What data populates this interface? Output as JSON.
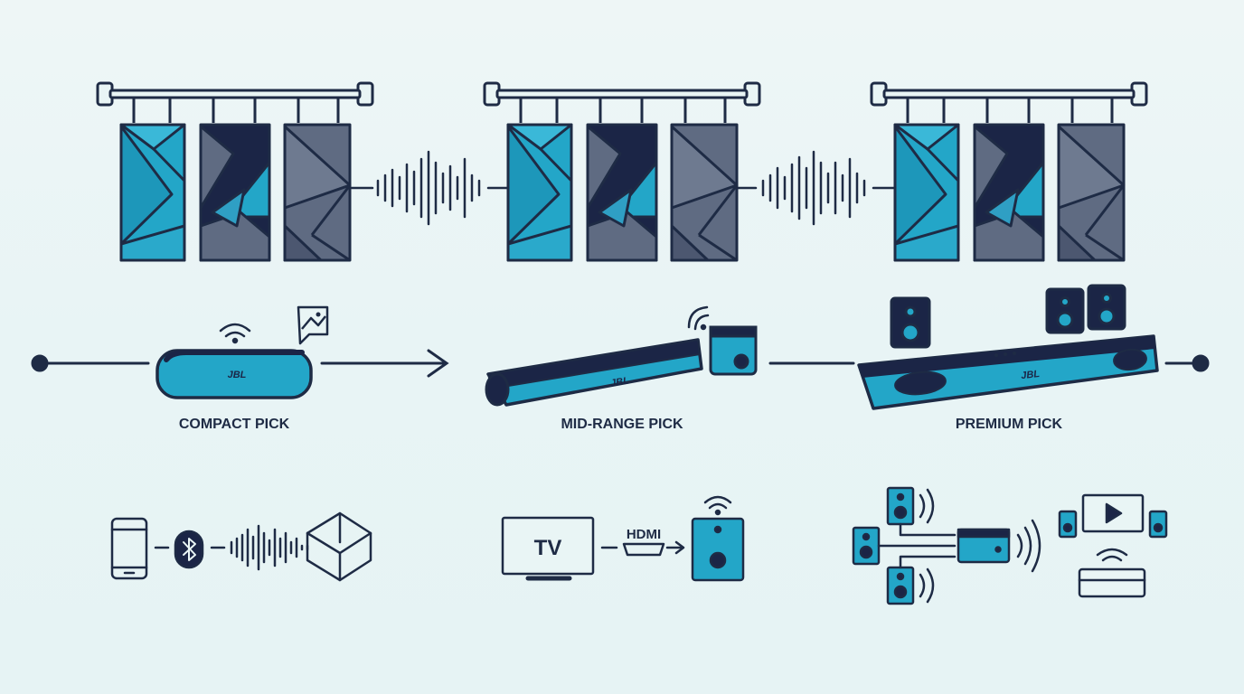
{
  "tiers": [
    {
      "id": "compact",
      "label": "COMPACT PICK",
      "brand": "JBL"
    },
    {
      "id": "mid",
      "label": "MID-RANGE PICK",
      "brand": "JBL"
    },
    {
      "id": "premium",
      "label": "PREMIUM PICK",
      "brand": "JBL"
    }
  ],
  "connections": {
    "tv_label": "TV",
    "hdmi_label": "HDMI"
  },
  "colors": {
    "outline": "#1e2b45",
    "accent": "#23a6c8",
    "navy": "#1b2546",
    "slate": "#5f6b82",
    "background": "#e9f5f5"
  }
}
